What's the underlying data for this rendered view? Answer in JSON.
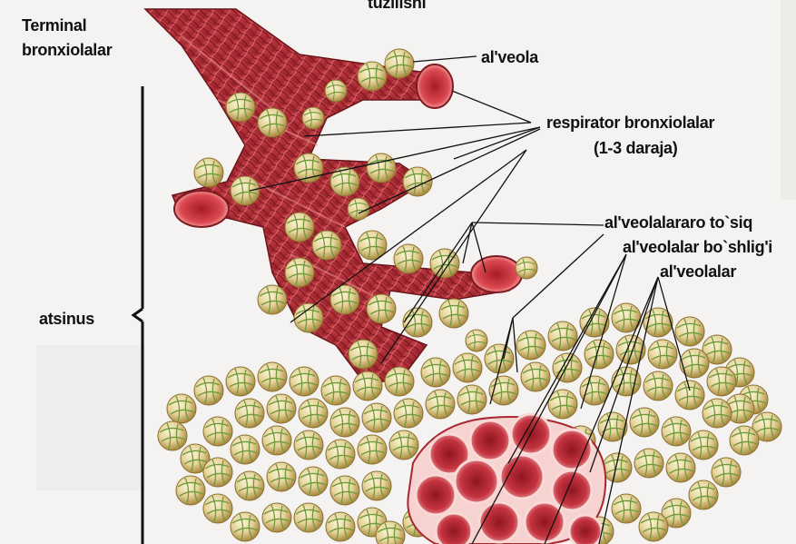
{
  "title_fragment": "tuzilishi",
  "labels": {
    "terminal_line1": "Terminal",
    "terminal_line2": "bronxiolalar",
    "alveola": "al'veola",
    "respirator_line1": "respirator bronxiolalar",
    "respirator_line2": "(1-3 daraja)",
    "septum": "al'veolalararo to`siq",
    "cavity": "al'veolalar bo`shlig'i",
    "alveoli": "al'veolalar",
    "acinus": "atsinus"
  },
  "colors": {
    "bronchiole_red": "#b8323a",
    "bronchiole_dark": "#8a1c24",
    "alveolus_cream": "#eee2b6",
    "alveolus_shadow": "#b79a5a",
    "capillary_green": "#6e9a3a",
    "cut_alveoli_red": "#c8323c",
    "lumen_pink": "#e56b6f",
    "background": "#f4f3f1"
  }
}
